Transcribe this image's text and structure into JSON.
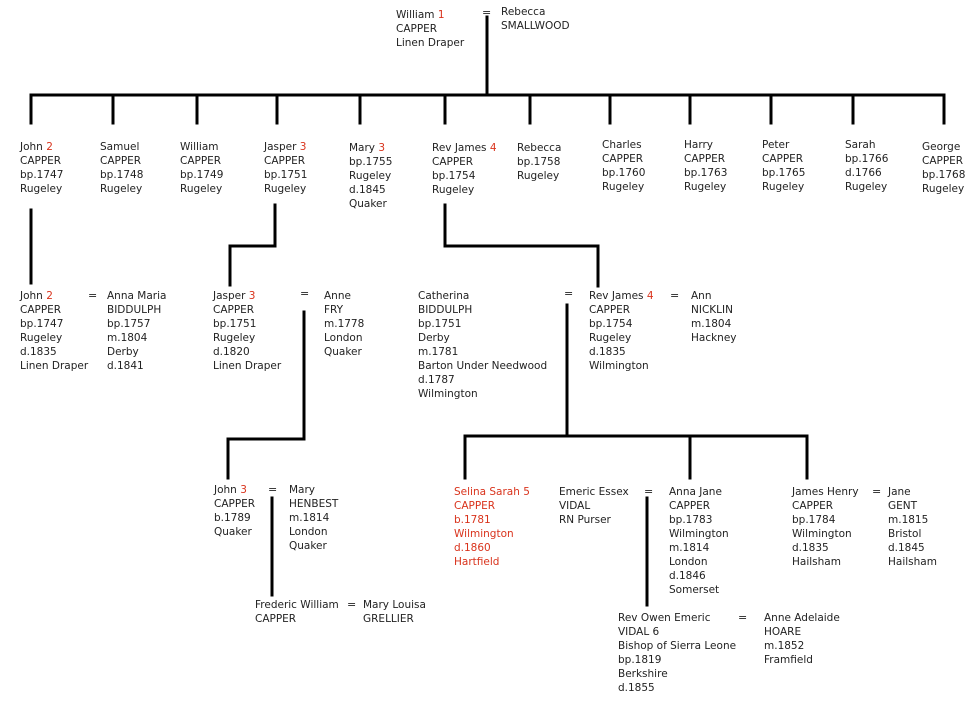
{
  "eq": "=",
  "people": {
    "william1": {
      "name": "William",
      "num": "1",
      "lines": [
        "CAPPER",
        "Linen Draper"
      ]
    },
    "rebecca_s": {
      "name": "Rebecca",
      "lines": [
        "SMALLWOOD"
      ]
    },
    "john2_a": {
      "name": "John",
      "num": "2",
      "lines": [
        "CAPPER",
        "bp.1747",
        "Rugeley"
      ]
    },
    "samuel": {
      "name": "Samuel",
      "lines": [
        "CAPPER",
        "bp.1748",
        "Rugeley"
      ]
    },
    "william_b": {
      "name": "William",
      "lines": [
        "CAPPER",
        "bp.1749",
        "Rugeley"
      ]
    },
    "jasper3_a": {
      "name": "Jasper",
      "num": "3",
      "lines": [
        "CAPPER",
        "bp.1751",
        "Rugeley"
      ]
    },
    "mary3": {
      "name": "Mary",
      "num": "3",
      "lines": [
        "bp.1755",
        "Rugeley",
        "d.1845",
        "Quaker"
      ]
    },
    "james4_a": {
      "name": "Rev James",
      "num": "4",
      "lines": [
        "CAPPER",
        "bp.1754",
        "Rugeley"
      ]
    },
    "rebecca_c": {
      "name": "Rebecca",
      "lines": [
        "bp.1758",
        "Rugeley"
      ]
    },
    "charles": {
      "name": "Charles",
      "lines": [
        "CAPPER",
        "bp.1760",
        "Rugeley"
      ]
    },
    "harry": {
      "name": "Harry",
      "lines": [
        "CAPPER",
        "bp.1763",
        "Rugeley"
      ]
    },
    "peter": {
      "name": "Peter",
      "lines": [
        "CAPPER",
        "bp.1765",
        "Rugeley"
      ]
    },
    "sarah": {
      "name": "Sarah",
      "lines": [
        "bp.1766",
        "d.1766",
        "Rugeley"
      ]
    },
    "george": {
      "name": "George",
      "lines": [
        "CAPPER",
        "bp.1768",
        "Rugeley"
      ]
    },
    "john2_b": {
      "name": "John",
      "num": "2",
      "lines": [
        "CAPPER",
        "bp.1747",
        "Rugeley",
        "d.1835",
        "Linen Draper"
      ]
    },
    "anna_maria": {
      "name": "Anna Maria",
      "lines": [
        "BIDDULPH",
        "bp.1757",
        "m.1804",
        "Derby",
        "d.1841"
      ]
    },
    "jasper3_b": {
      "name": "Jasper",
      "num": "3",
      "lines": [
        "CAPPER",
        "bp.1751",
        "Rugeley",
        "d.1820",
        "Linen Draper"
      ]
    },
    "anne_fry": {
      "name": "Anne",
      "lines": [
        "FRY",
        "m.1778",
        "London",
        "Quaker"
      ]
    },
    "catherina": {
      "name": "Catherina",
      "lines": [
        "BIDDULPH",
        "bp.1751",
        "Derby",
        "m.1781",
        "Barton Under Needwood",
        "d.1787",
        "Wilmington"
      ]
    },
    "james4_b": {
      "name": "Rev James",
      "num": "4",
      "lines": [
        "CAPPER",
        "bp.1754",
        "Rugeley",
        "d.1835",
        "Wilmington"
      ]
    },
    "ann_nicklin": {
      "name": "Ann",
      "lines": [
        "NICKLIN",
        "m.1804",
        "Hackney"
      ]
    },
    "john3": {
      "name": "John",
      "num": "3",
      "lines": [
        "CAPPER",
        "b.1789",
        "Quaker"
      ]
    },
    "mary_henbest": {
      "name": "Mary",
      "lines": [
        "HENBEST",
        "m.1814",
        "London",
        "Quaker"
      ]
    },
    "frederic": {
      "name": "Frederic William",
      "lines": [
        "CAPPER"
      ]
    },
    "mary_louisa": {
      "name": "Mary Louisa",
      "lines": [
        "GRELLIER"
      ]
    },
    "selina": {
      "name": "Selina Sarah",
      "num": "5",
      "lines": [
        "CAPPER",
        "b.1781",
        "Wilmington",
        "d.1860",
        "Hartfield"
      ]
    },
    "emeric": {
      "name": "Emeric Essex",
      "lines": [
        "VIDAL",
        "RN Purser"
      ]
    },
    "anna_jane": {
      "name": "Anna Jane",
      "lines": [
        "CAPPER",
        "bp.1783",
        "Wilmington",
        "m.1814",
        "London",
        "d.1846",
        "Somerset"
      ]
    },
    "james_henry": {
      "name": "James Henry",
      "lines": [
        "CAPPER",
        "bp.1784",
        "Wilmington",
        "d.1835",
        "Hailsham"
      ]
    },
    "jane_gent": {
      "name": "Jane",
      "lines": [
        "GENT",
        "m.1815",
        "Bristol",
        "d.1845",
        "Hailsham"
      ]
    },
    "owen": {
      "name": "Rev Owen Emeric",
      "lines": [
        "VIDAL 6",
        "Bishop of Sierra Leone",
        "bp.1819",
        "Berkshire",
        "d.1855"
      ]
    },
    "anne_adelaide": {
      "name": "Anne Adelaide",
      "lines": [
        "HOARE",
        "m.1852",
        "Framfield"
      ]
    }
  }
}
